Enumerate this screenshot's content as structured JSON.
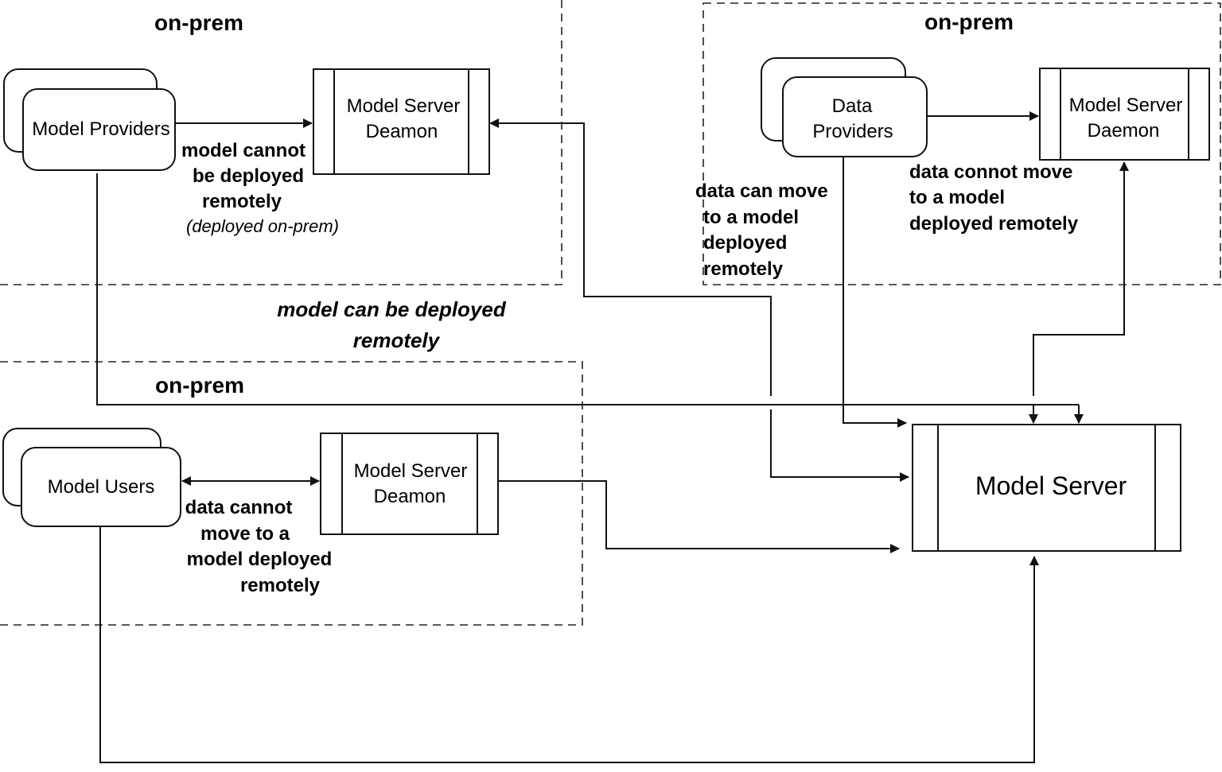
{
  "zones": {
    "top_left_title": "on-prem",
    "top_right_title": "on-prem",
    "bottom_left_title": "on-prem"
  },
  "nodes": {
    "model_providers": "Model Providers",
    "msd_top_left": [
      "Model Server",
      "Deamon"
    ],
    "data_providers": [
      "Data",
      "Providers"
    ],
    "msd_top_right": [
      "Model Server",
      "Daemon"
    ],
    "model_users": "Model Users",
    "msd_bottom_left": [
      "Model Server",
      "Deamon"
    ],
    "model_server": "Model Server"
  },
  "notes": {
    "model_cannot_deployed": [
      "model cannot",
      "be deployed",
      "remotely"
    ],
    "deployed_on_prem": "(deployed on-prem)",
    "data_can_move": [
      "data can move",
      "to a model",
      "deployed",
      "remotely"
    ],
    "data_connot_move": [
      "data connot move",
      "to a model",
      "deployed remotely"
    ],
    "model_can_be_deployed": [
      "model can be deployed",
      "remotely"
    ],
    "data_cannot_move": [
      "data cannot",
      "move to a",
      "model deployed",
      "remotely"
    ]
  }
}
